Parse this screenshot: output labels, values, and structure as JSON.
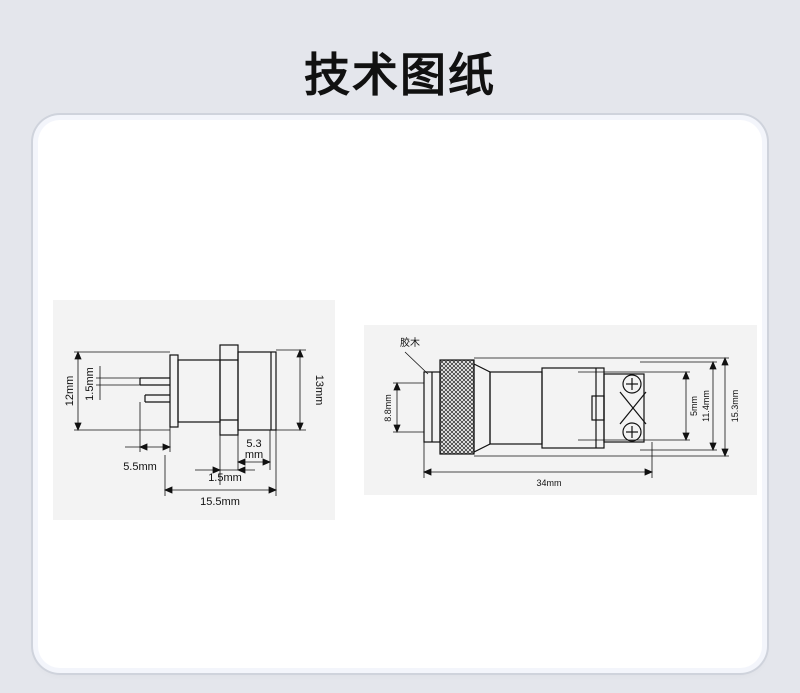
{
  "page": {
    "title": "技术图纸"
  },
  "left_drawing": {
    "dim_12mm": "12mm",
    "dim_1_5mm_vertical": "1.5mm",
    "dim_13mm": "13mm",
    "dim_5_5mm": "5.5mm",
    "dim_5_3": "5.3",
    "dim_5_3_unit": "mm",
    "dim_1_5mm_horizontal": "1.5mm",
    "dim_15_5mm": "15.5mm"
  },
  "right_drawing": {
    "label_rubber": "胶木",
    "dim_8_8mm": "8.8mm",
    "dim_5mm": "5mm",
    "dim_11_4mm": "11.4mm",
    "dim_15_3mm": "15.3mm",
    "dim_34mm": "34mm"
  }
}
